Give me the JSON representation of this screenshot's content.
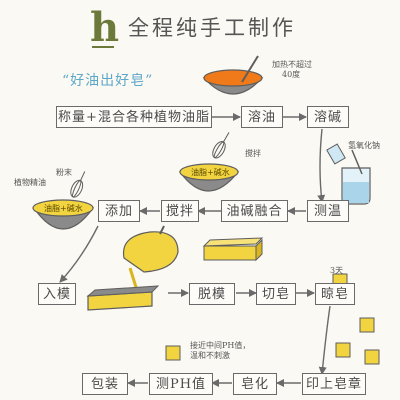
{
  "logo": {
    "letter": "h"
  },
  "title": "全程纯手工制作",
  "slogan": "“好油出好皂”",
  "notes": {
    "heat": [
      "加热不超过",
      "40度"
    ],
    "stir": "搅拌",
    "lye": "氢氧化钠",
    "oil_powder": [
      "植物精油",
      "粉末"
    ],
    "days": "3天",
    "ph": [
      "接近中间PH值，",
      "温和不刺激"
    ]
  },
  "bowl_labels": {
    "mix1": "油脂+碱水",
    "mix2": "油脂+碱水"
  },
  "steps": {
    "weigh": "称量+混合各种植物油脂",
    "melt_oil": "溶油",
    "melt_lye": "溶碱",
    "measure_temp": "测温",
    "blend": "油碱融合",
    "stir": "搅拌",
    "add": "添加",
    "mold": "入模",
    "unmold": "脱模",
    "cut": "切皂",
    "cure": "晾皂",
    "stamp": "印上皂章",
    "saponify": "皂化",
    "test_ph": "测PH值",
    "pack": "包装"
  },
  "colors": {
    "arrow": "#6a6a6a",
    "yellow": "#f2d340",
    "yellow_dark": "#d9b520",
    "bowl": "#5e5e5e",
    "orange": "#f07a1a",
    "brand": "#6b7a3a",
    "slogan": "#5da7c9"
  }
}
